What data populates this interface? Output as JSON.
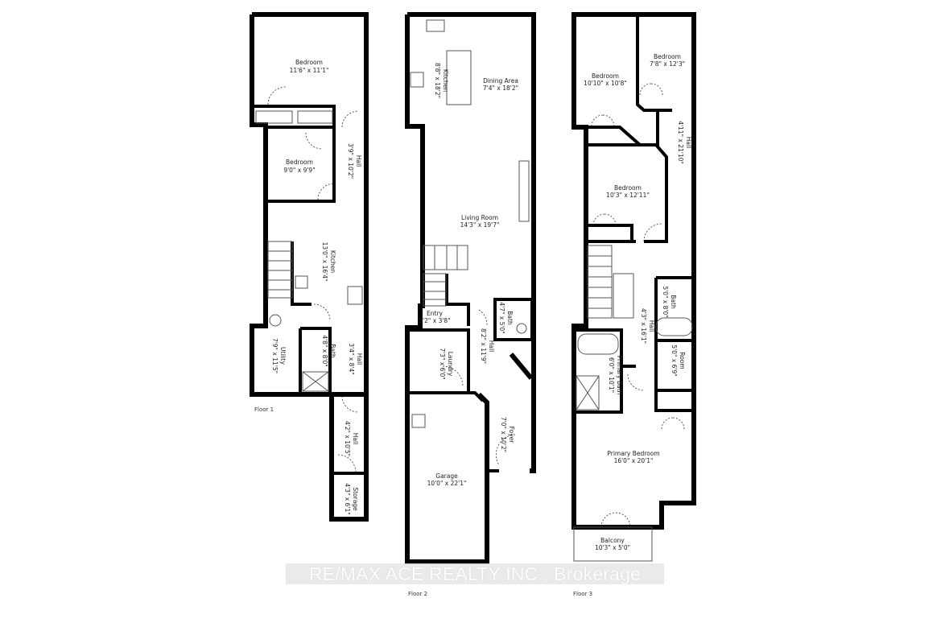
{
  "floors": [
    {
      "name": "Floor 1",
      "rooms": [
        {
          "name": "Bedroom",
          "dims": "11'6\" x 11'1\""
        },
        {
          "name": "Bedroom",
          "dims": "9'0\" x 9'9\""
        },
        {
          "name": "Hall",
          "dims": "3'9\" x 10'2\""
        },
        {
          "name": "Kitchen",
          "dims": "13'0\" x 16'4\""
        },
        {
          "name": "Utility",
          "dims": "7'9\" x 11'5\""
        },
        {
          "name": "Bath",
          "dims": "4'8\" x 8'0\""
        },
        {
          "name": "Hall",
          "dims": "3'4\" x 8'4\""
        },
        {
          "name": "Hall",
          "dims": "4'2\" x 10'5\""
        },
        {
          "name": "Storage",
          "dims": "4'3\" x 6'1\""
        }
      ]
    },
    {
      "name": "Floor 2",
      "rooms": [
        {
          "name": "Kitchen",
          "dims": "8'8\" x 18'2\""
        },
        {
          "name": "Dining Area",
          "dims": "7'4\" x 18'2\""
        },
        {
          "name": "Living Room",
          "dims": "14'3\" x 19'7\""
        },
        {
          "name": "Entry",
          "dims": "3'2\" x 3'8\""
        },
        {
          "name": "Bath",
          "dims": "4'7\" x 5'0\""
        },
        {
          "name": "Hall",
          "dims": "8'2\" x 11'9\""
        },
        {
          "name": "Laundry",
          "dims": "7'3\" x 6'0\""
        },
        {
          "name": "Foyer",
          "dims": "7'0\" x 10'2\""
        },
        {
          "name": "Garage",
          "dims": "10'0\" x 22'1\""
        }
      ]
    },
    {
      "name": "Floor 3",
      "rooms": [
        {
          "name": "Bedroom",
          "dims": "10'10\" x 10'8\""
        },
        {
          "name": "Bedroom",
          "dims": "7'8\" x 12'3\""
        },
        {
          "name": "Hall",
          "dims": "4'11\" x 21'10\""
        },
        {
          "name": "Bedroom",
          "dims": "10'3\" x 12'11\""
        },
        {
          "name": "Bath",
          "dims": "5'0\" x 8'0\""
        },
        {
          "name": "Hall",
          "dims": "4'3\" x 16'1\""
        },
        {
          "name": "Room",
          "dims": "5'0\" x 6'9\""
        },
        {
          "name": "Primary Bath",
          "dims": "6'0\" x 10'1\""
        },
        {
          "name": "Primary Bedroom",
          "dims": "16'0\" x 20'1\""
        },
        {
          "name": "Balcony",
          "dims": "10'3\" x 5'0\""
        }
      ]
    }
  ],
  "watermark": "RE/MAX ACE REALTY INC., Brokerage"
}
